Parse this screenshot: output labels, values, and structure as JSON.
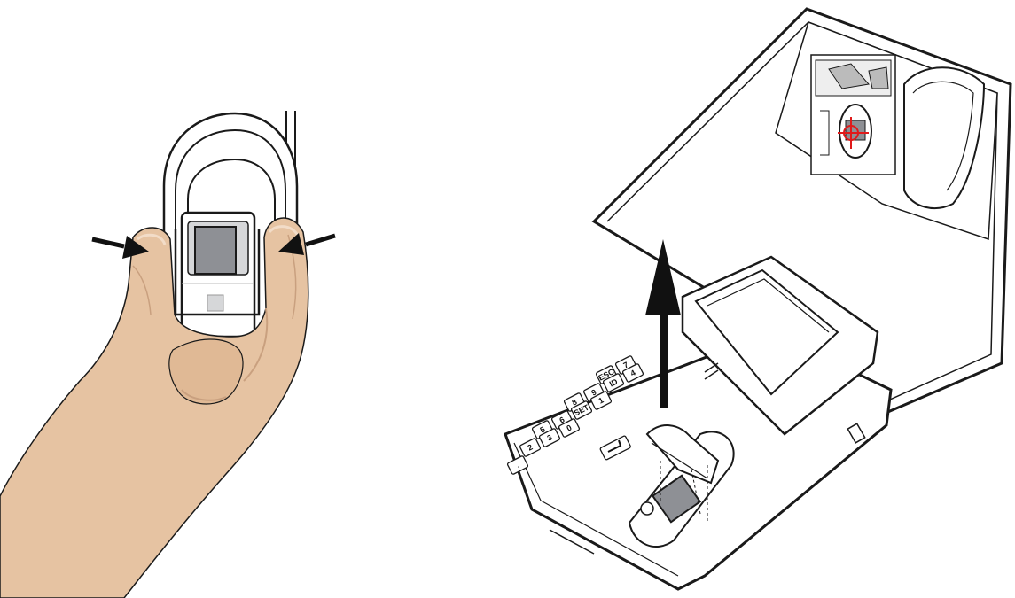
{
  "colors": {
    "skin": "#e6c3a2",
    "skin_shadow": "#c9a07f",
    "outline": "#1a1a1a",
    "window_gray": "#8e9095",
    "pale_gray": "#d6d7d9",
    "mark_red": "#e01a1a",
    "arrow_black": "#111111"
  },
  "left_figure": {
    "icon": "hand-squeezing-clip-icon",
    "arrows": [
      "arrow-right-icon",
      "arrow-left-icon"
    ]
  },
  "right_figure": {
    "icon": "open-fingerprint-terminal-icon",
    "lift_arrow": "arrow-up-icon",
    "keypad": {
      "keys": [
        "ESC",
        "7",
        "8",
        "9",
        "ID",
        "4",
        "5",
        "6",
        "SET",
        "1",
        "2",
        "3",
        "0",
        "."
      ]
    }
  }
}
